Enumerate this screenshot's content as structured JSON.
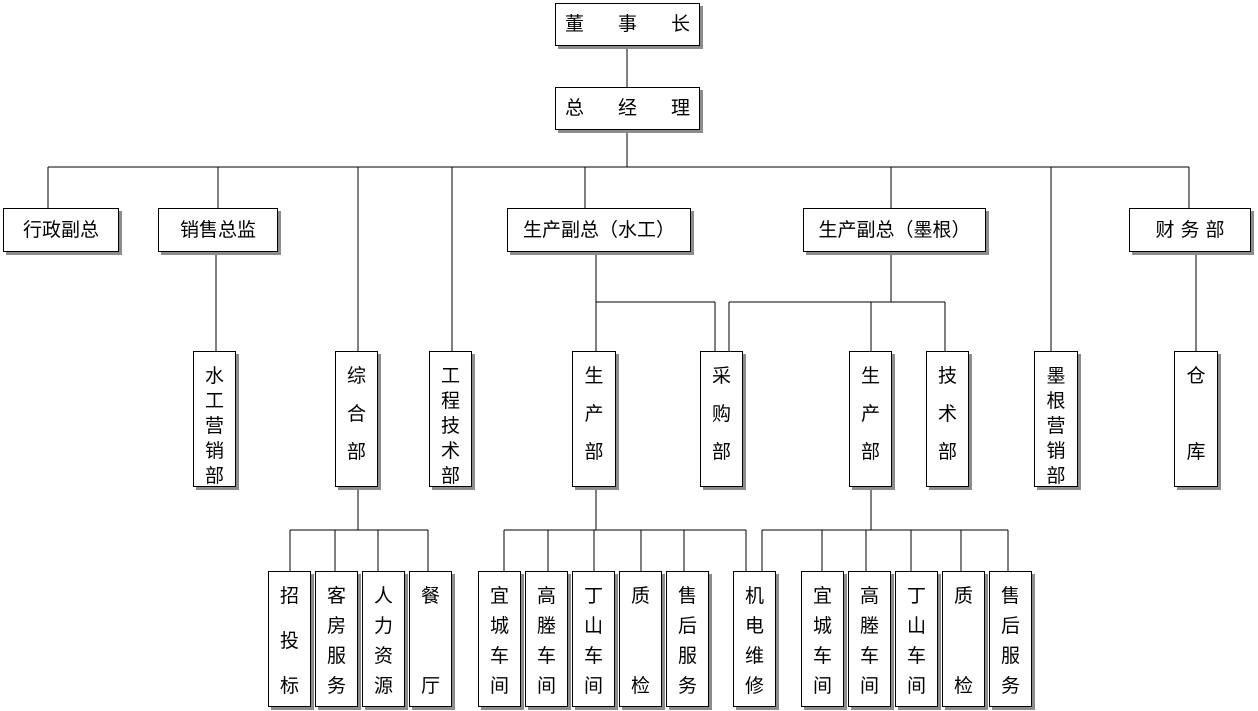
{
  "chairman": "董 事 长",
  "gm": "总 经 理",
  "level2": {
    "admin_vp": "行政副总",
    "sales_dir": "销售总监",
    "prod_vp_water": "生产副总（水工）",
    "prod_vp_mogen": "生产副总（墨根）",
    "finance": "财 务 部"
  },
  "depts": {
    "water_sales": [
      "水",
      "工",
      "营",
      "销",
      "部"
    ],
    "general": [
      "综",
      "合",
      "部"
    ],
    "engineering": [
      "工",
      "程",
      "技",
      "术",
      "部"
    ],
    "production_1": [
      "生",
      "产",
      "部"
    ],
    "purchasing": [
      "采",
      "购",
      "部"
    ],
    "production_2": [
      "生",
      "产",
      "部"
    ],
    "tech": [
      "技",
      "术",
      "部"
    ],
    "mogen_sales": [
      "墨",
      "根",
      "营",
      "销",
      "部"
    ],
    "warehouse": [
      "仓",
      "库"
    ]
  },
  "general_sub": {
    "bidding": [
      "招",
      "投",
      "标"
    ],
    "guestroom": [
      "客",
      "房",
      "服",
      "务"
    ],
    "hr": [
      "人",
      "力",
      "资",
      "源"
    ],
    "canteen": [
      "餐",
      "厅"
    ]
  },
  "prod1_sub": {
    "yicheng": [
      "宜",
      "城",
      "车",
      "间"
    ],
    "gaoxi": [
      "高",
      "塍",
      "车",
      "间"
    ],
    "dingshan": [
      "丁",
      "山",
      "车",
      "间"
    ],
    "qc": [
      "质",
      "检"
    ],
    "after_sales": [
      "售",
      "后",
      "服",
      "务"
    ],
    "mech_elec": [
      "机",
      "电",
      "维",
      "修"
    ]
  },
  "prod2_sub": {
    "yicheng": [
      "宜",
      "城",
      "车",
      "间"
    ],
    "gaoxi": [
      "高",
      "塍",
      "车",
      "间"
    ],
    "dingshan": [
      "丁",
      "山",
      "车",
      "间"
    ],
    "qc": [
      "质",
      "检"
    ],
    "after_sales": [
      "售",
      "后",
      "服",
      "务"
    ]
  }
}
